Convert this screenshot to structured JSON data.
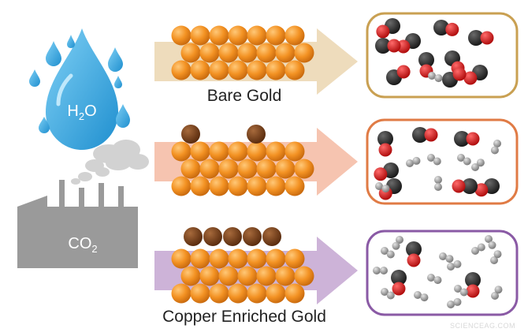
{
  "labels": {
    "bare_gold": "Bare Gold",
    "copper_enriched_gold": "Copper Enriched Gold",
    "water_main": "H",
    "water_sub": "2",
    "water_tail": "O",
    "co2_main": "CO",
    "co2_sub": "2",
    "watermark": "SCIENCEAG.COM"
  },
  "colors": {
    "gold_atom": "#f0901e",
    "copper_atom": "#7a3e17",
    "water_drop": "#3aa9df",
    "factory": "#9a9a9a",
    "smoke": "#d2d2d2",
    "arrow_bare": "#eedcbc",
    "arrow_copper_sparse": "#f6c4b0",
    "arrow_copper_full": "#cdb3d8",
    "panel_border_bare": "#c9a052",
    "panel_border_sparse": "#e07b45",
    "panel_border_full": "#8a5aa5",
    "carbon": "#2b2b2b",
    "oxygen": "#d61f1f",
    "hydrogen": "#9a9a9a"
  },
  "icons": [
    "water-drop-icon",
    "factory-icon",
    "smoke-icon"
  ]
}
